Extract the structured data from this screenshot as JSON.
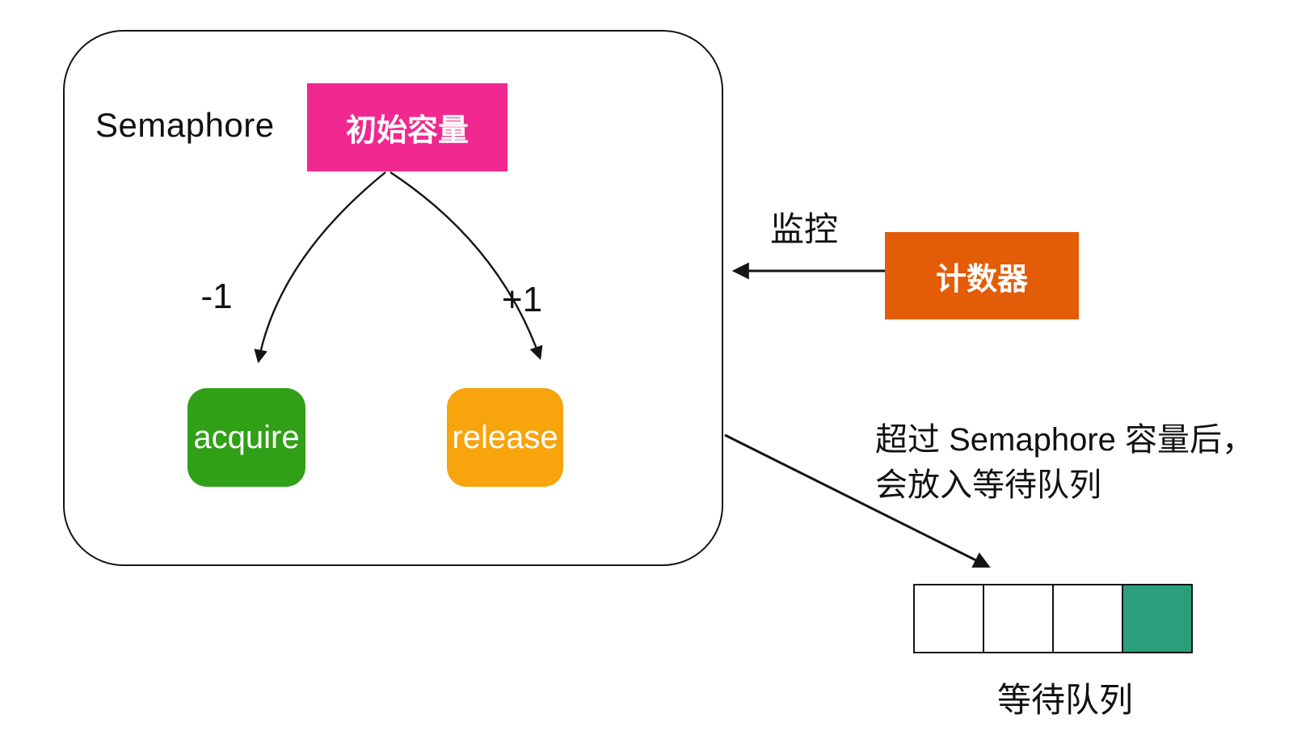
{
  "semaphore": {
    "label": "Semaphore",
    "initial_capacity_label": "初始容量",
    "acquire_label": "acquire",
    "release_label": "release",
    "decrement_label": "-1",
    "increment_label": "+1"
  },
  "monitor": {
    "counter_label": "计数器",
    "arrow_label": "监控"
  },
  "note": {
    "line1": "超过 Semaphore 容量后，",
    "line2": "会放入等待队列"
  },
  "queue": {
    "label": "等待队列",
    "cells": [
      {
        "filled": false
      },
      {
        "filled": false
      },
      {
        "filled": false
      },
      {
        "filled": true
      }
    ]
  },
  "colors": {
    "pink": "#F0288F",
    "green": "#30A017",
    "orange": "#F8A40C",
    "dark_orange": "#E35C07",
    "teal": "#2A9F7C",
    "line": "#141414",
    "text": "#111111"
  }
}
